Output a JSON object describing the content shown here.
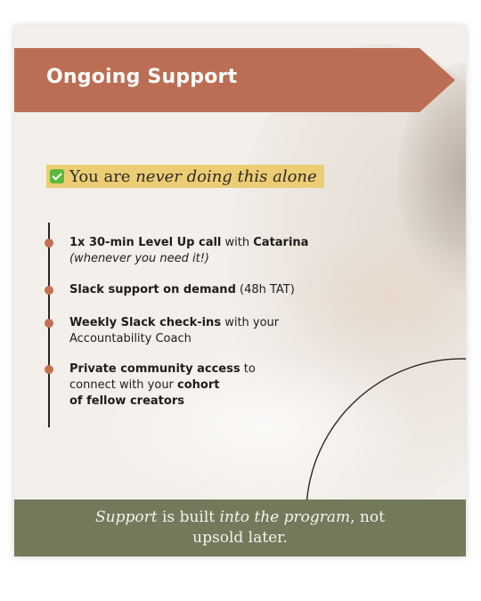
{
  "banner": {
    "title": "Ongoing Support"
  },
  "highlight": {
    "prefix": "You are ",
    "emphasis": "never doing this alone"
  },
  "items": [
    {
      "bold_1": "1x 30-min Level Up call",
      "text_1": " with ",
      "bold_2": "Catarina",
      "italic": "(whenever you need it!)"
    },
    {
      "bold_1": "Slack support on demand",
      "text_1": " (48h TAT)"
    },
    {
      "bold_1": "Weekly Slack check-ins",
      "text_1": " with your",
      "text_2": "Accountability Coach"
    },
    {
      "bold_1": "Private community access",
      "text_1": " to",
      "text_2": "connect with your ",
      "bold_2": "cohort",
      "bold_3": "of fellow creators"
    }
  ],
  "footer": {
    "italic_1": "Support",
    "text_1": " is built ",
    "italic_2": "into the program",
    "text_2": ", not",
    "text_3": "upsold later."
  },
  "colors": {
    "banner": "#bb6e54",
    "highlight": "#eccd74",
    "bullet": "#c2714e",
    "footer": "#737a5c"
  },
  "icons": {
    "highlight": "check-mark-icon"
  }
}
